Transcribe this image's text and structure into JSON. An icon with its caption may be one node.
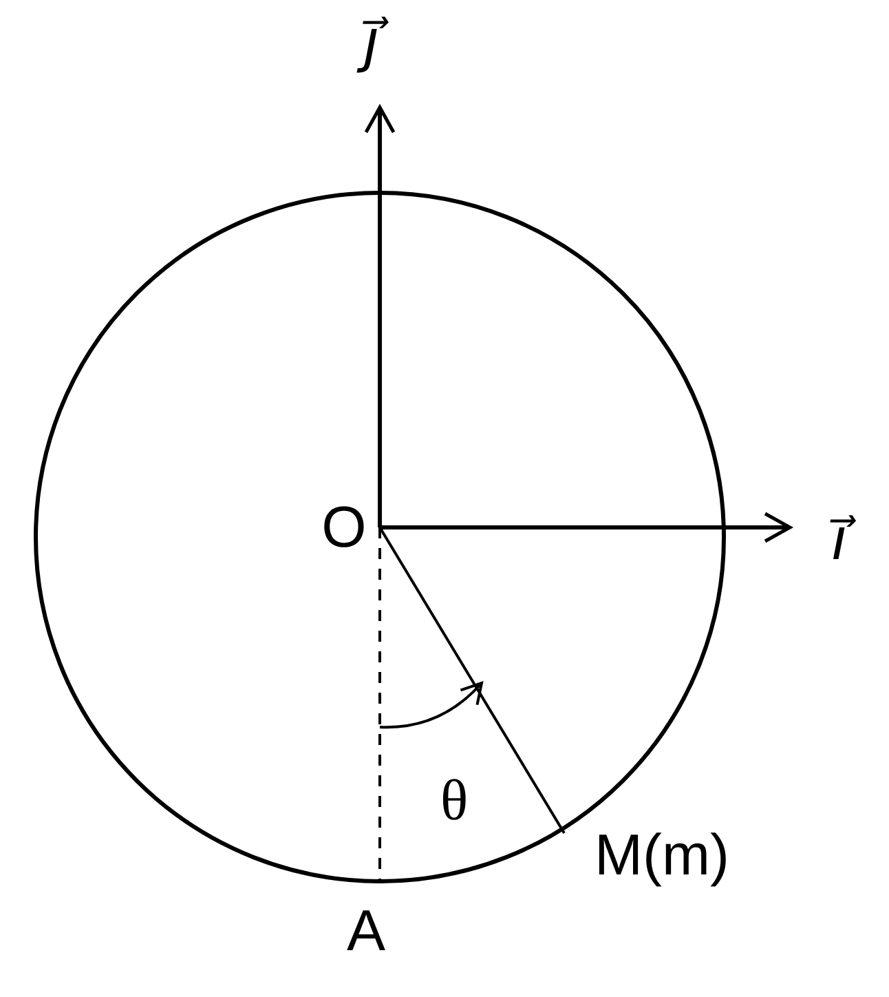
{
  "diagram": {
    "nodes": [
      {
        "text": [
          "O"
        ]
      },
      {
        "text": [
          "A"
        ]
      },
      {
        "text": [
          "M(m)"
        ]
      }
    ],
    "edges": [
      {
        "from": 0,
        "to": 1,
        "arrow": "none",
        "style": "dashed"
      },
      {
        "from": 0,
        "to": 2,
        "arrow": "none"
      }
    ],
    "labels": [
      "j⃗",
      "i⃗",
      "θ"
    ]
  }
}
